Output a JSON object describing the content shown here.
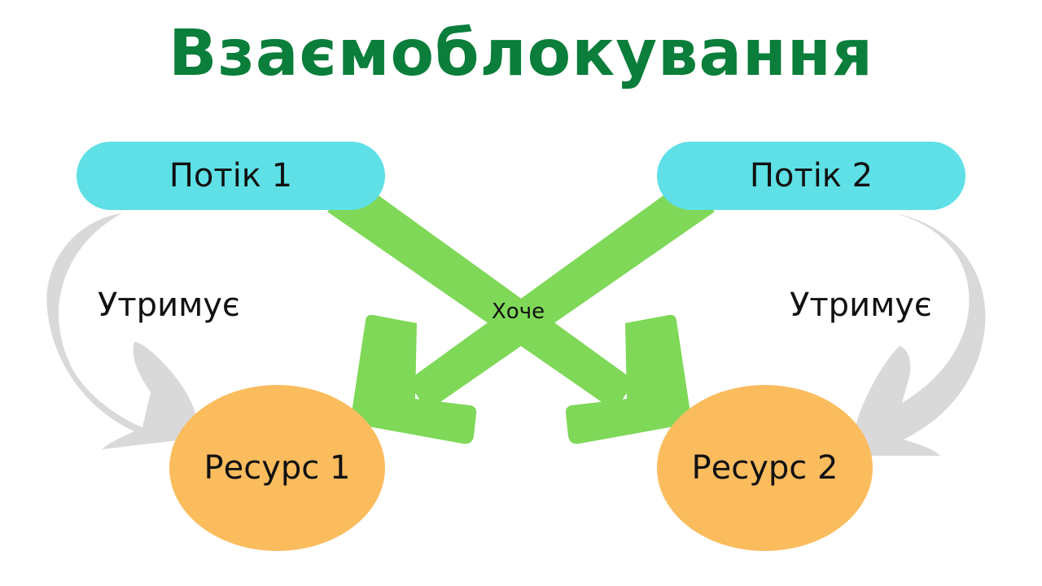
{
  "title": "Взаємоблокування",
  "colors": {
    "title": "#0a7e3a",
    "thread": "#5ee0e6",
    "resource": "#fbbc5e",
    "want_arrow": "#7fd858",
    "hold_arrow": "#d9d9d9",
    "text": "#111111"
  },
  "threads": [
    {
      "label": "Потік 1"
    },
    {
      "label": "Потік 2"
    }
  ],
  "resources": [
    {
      "label": "Ресурс 1"
    },
    {
      "label": "Ресурс 2"
    }
  ],
  "edges": {
    "hold_left": "Утримує",
    "hold_right": "Утримує",
    "want": "Хоче"
  }
}
